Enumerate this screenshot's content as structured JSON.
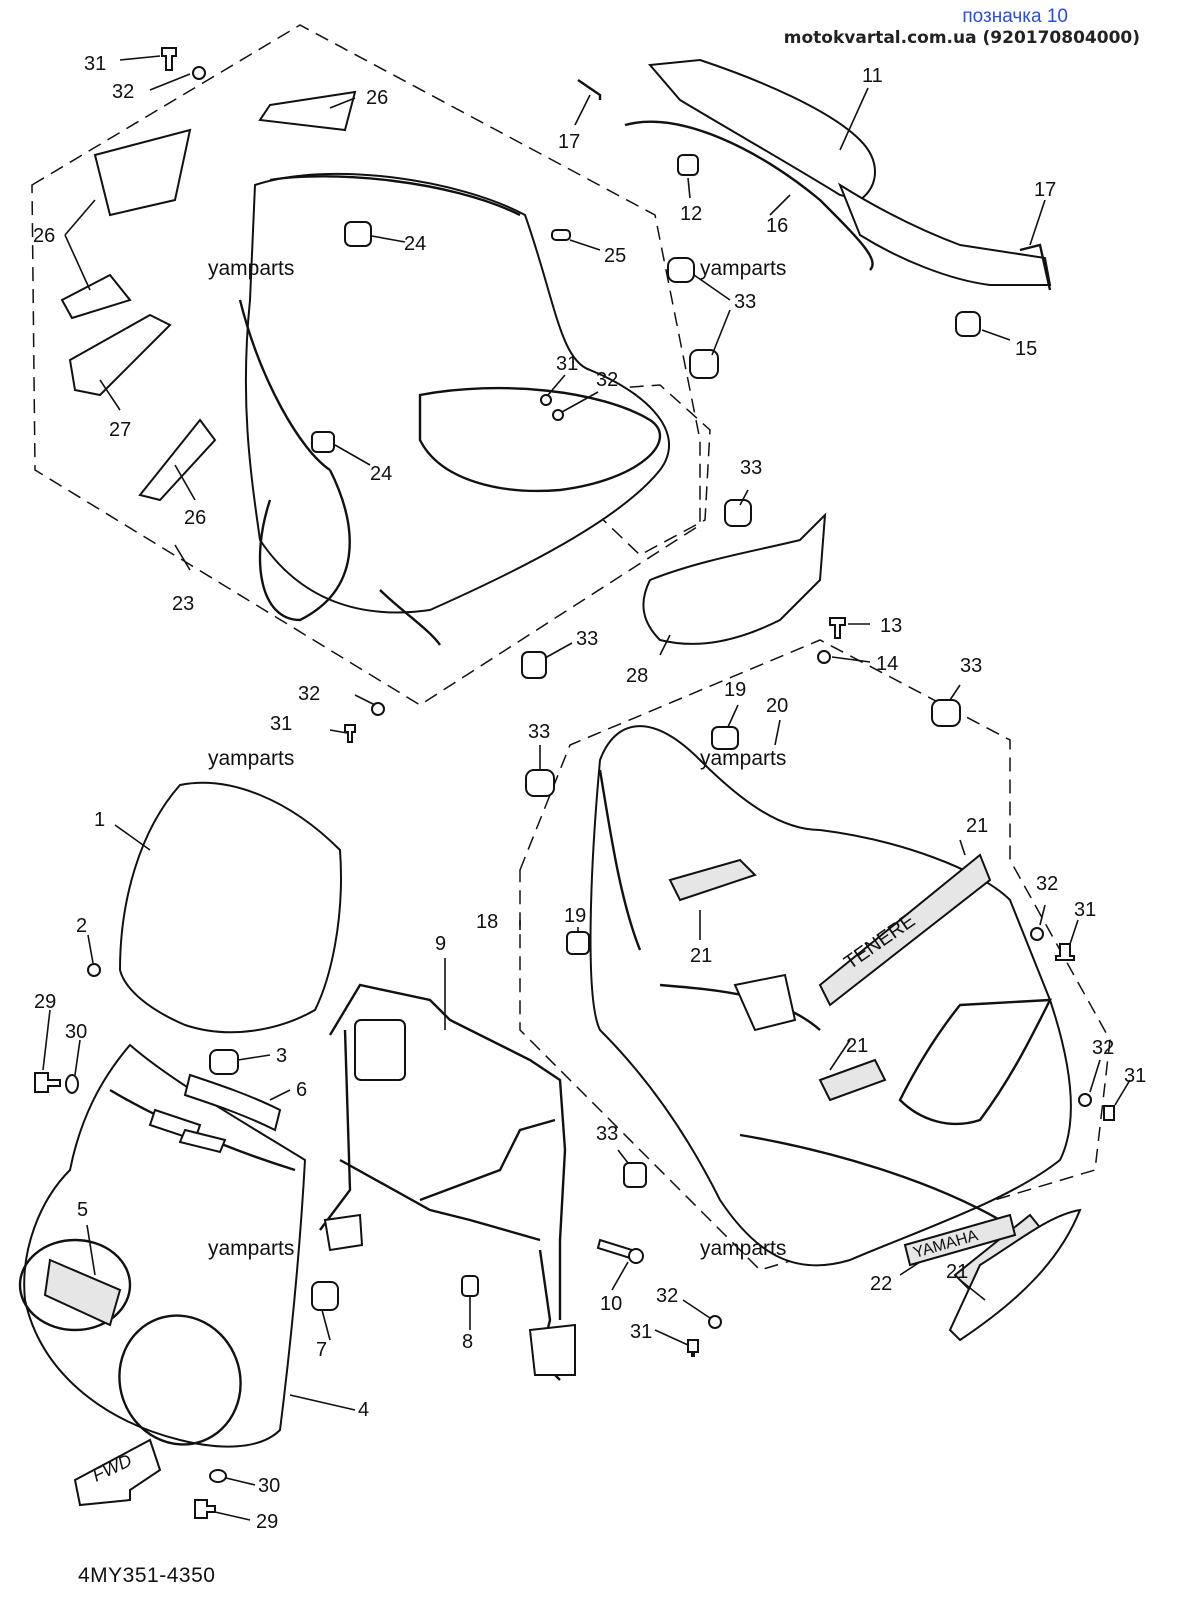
{
  "header": {
    "title": "позначка 10",
    "site": "motokvartal.com.ua (920170804000)"
  },
  "footer": {
    "diagram_code": "4MY351-4350"
  },
  "watermark": "yamparts",
  "fwd_arrow": "FWD",
  "decal_text": {
    "tenere": "TENERE",
    "yamaha": "YAMAHA"
  },
  "callouts": [
    "31",
    "32",
    "26",
    "26",
    "27",
    "26",
    "23",
    "24",
    "24",
    "25",
    "33",
    "33",
    "31",
    "32",
    "33",
    "28",
    "11",
    "17",
    "12",
    "16",
    "17",
    "15",
    "32",
    "31",
    "33",
    "13",
    "14",
    "33",
    "19",
    "20",
    "21",
    "18",
    "19",
    "21",
    "32",
    "31",
    "21",
    "32",
    "31",
    "1",
    "2",
    "29",
    "30",
    "3",
    "6",
    "5",
    "4",
    "30",
    "29",
    "9",
    "10",
    "8",
    "7",
    "33",
    "32",
    "31",
    "22",
    "21"
  ]
}
